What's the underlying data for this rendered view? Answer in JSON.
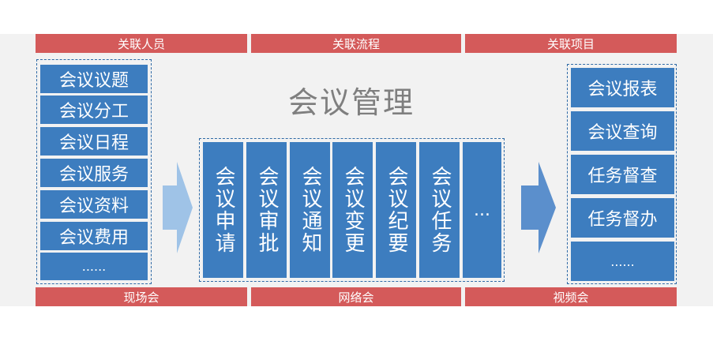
{
  "top_bars": [
    "关联人员",
    "关联流程",
    "关联项目"
  ],
  "bottom_bars": [
    "现场会",
    "网络会",
    "视频会"
  ],
  "title": "会议管理",
  "left_items": [
    "会议议题",
    "会议分工",
    "会议日程",
    "会议服务",
    "会议资料",
    "会议费用",
    "......"
  ],
  "middle_items": [
    "会议申请",
    "会议审批",
    "会议通知",
    "会议变更",
    "会议纪要",
    "会议任务",
    "..."
  ],
  "right_items": [
    "会议报表",
    "会议查询",
    "任务督查",
    "任务督办",
    "......"
  ],
  "colors": {
    "tile": "#3d7dbf",
    "bar": "#d45a5a",
    "arrow_left": "#9fc3e7",
    "arrow_right": "#5b8fcc"
  }
}
